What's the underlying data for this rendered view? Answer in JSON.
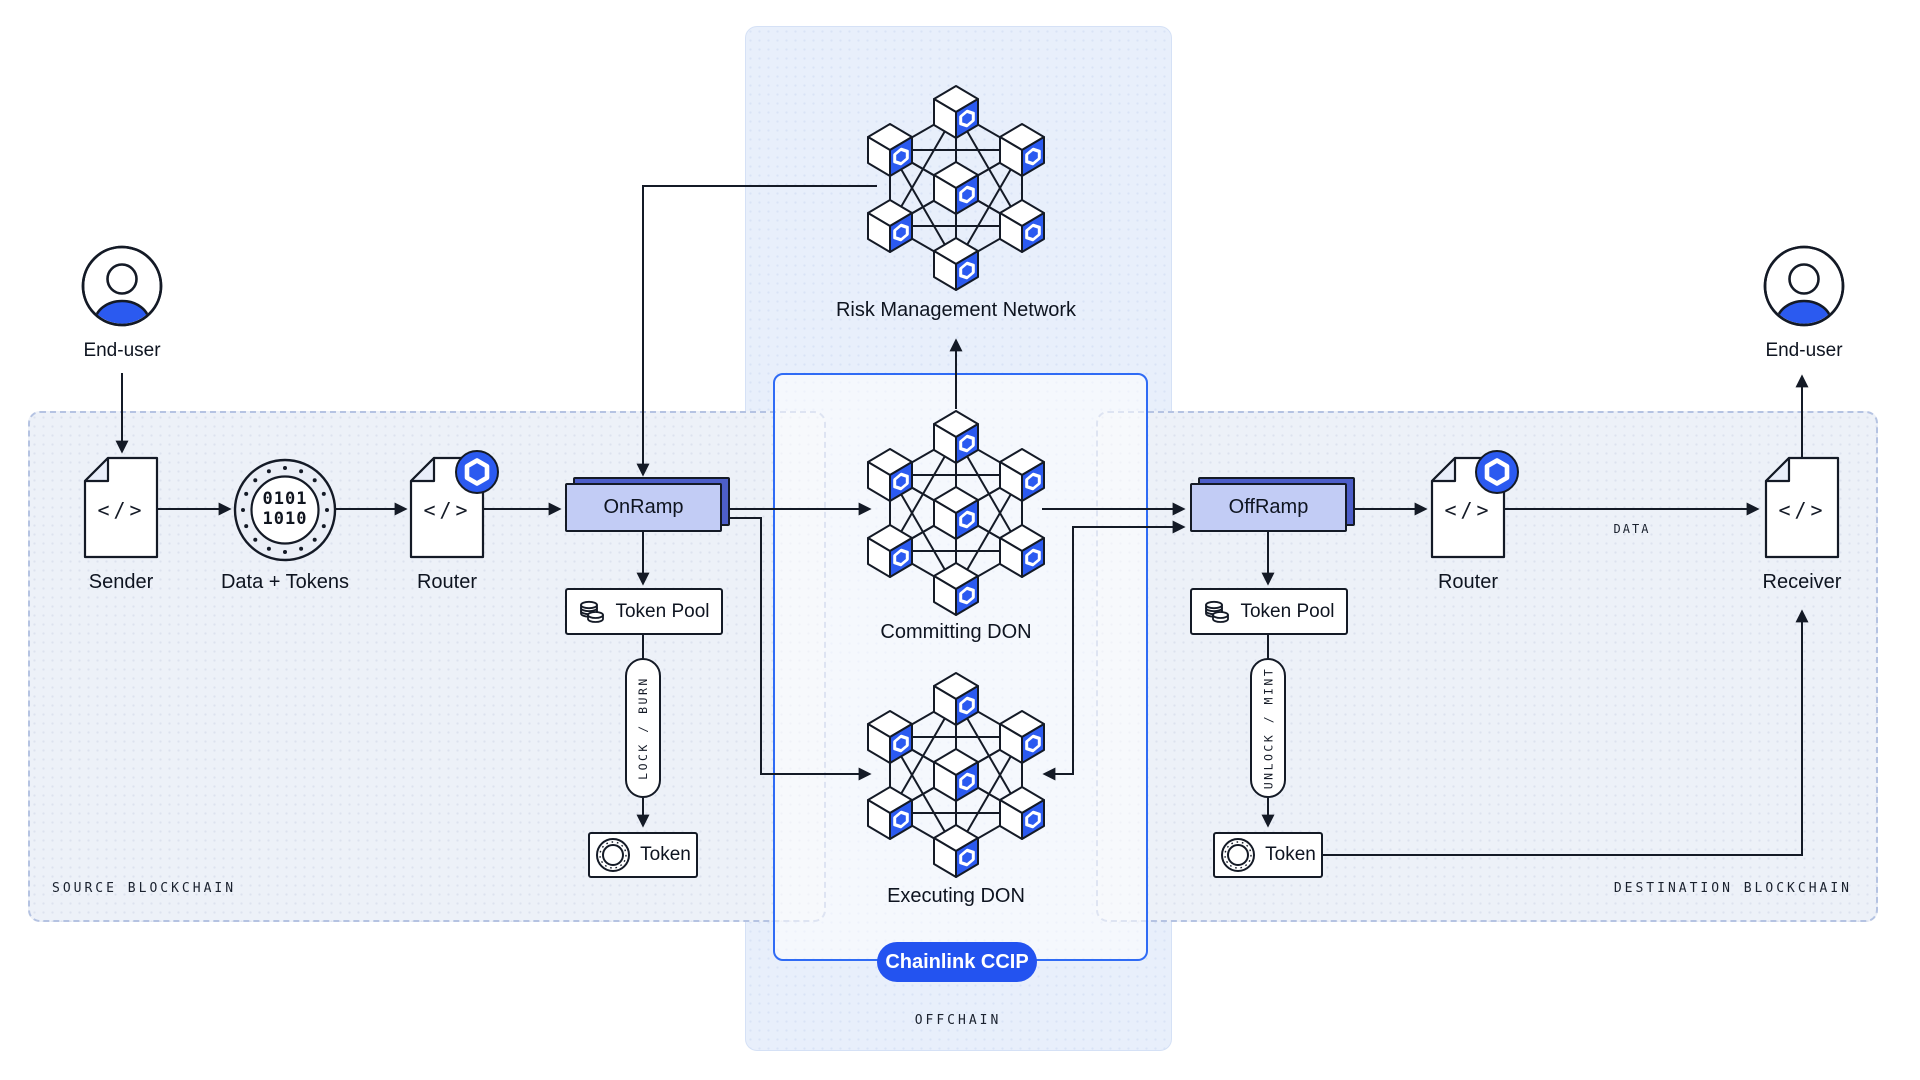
{
  "panels": {
    "source": {
      "label": "SOURCE BLOCKCHAIN"
    },
    "destination": {
      "label": "DESTINATION BLOCKCHAIN"
    },
    "offchain": {
      "label": "OFFCHAIN",
      "ccip_pill": "Chainlink CCIP"
    }
  },
  "actors": {
    "end_user_source": {
      "label": "End-user"
    },
    "end_user_destination": {
      "label": "End-user"
    }
  },
  "nodes": {
    "sender": {
      "label": "Sender",
      "glyph": "</>"
    },
    "data_tokens": {
      "label": "Data + Tokens",
      "binary": [
        "0101",
        "1010"
      ]
    },
    "router_source": {
      "label": "Router",
      "glyph": "</>"
    },
    "onramp": {
      "label": "OnRamp"
    },
    "token_pool_source": {
      "label": "Token Pool"
    },
    "lock_burn": {
      "label": "LOCK / BURN"
    },
    "token_source": {
      "label": "Token"
    },
    "risk_management_network": {
      "label": "Risk Management Network"
    },
    "committing_don": {
      "label": "Committing DON"
    },
    "executing_don": {
      "label": "Executing DON"
    },
    "offramp": {
      "label": "OffRamp"
    },
    "token_pool_destination": {
      "label": "Token Pool"
    },
    "unlock_mint": {
      "label": "UNLOCK / MINT"
    },
    "token_destination": {
      "label": "Token"
    },
    "router_destination": {
      "label": "Router",
      "glyph": "</>"
    },
    "receiver": {
      "label": "Receiver",
      "glyph": "</>"
    }
  },
  "edges": {
    "data_label": "DATA"
  },
  "icons": {
    "avatar": "person-avatar",
    "chainlink_badge": "chainlink-hexagon",
    "coin_stack": "coin-stack",
    "token_coin": "token-coin",
    "code_document": "code-document",
    "binary_ring": "binary-ring"
  },
  "colors": {
    "accent_blue": "#2b5af0",
    "ccip_blue": "#2353f0",
    "ramp_fill": "#c2ccf5",
    "ramp_back": "#4d5ec9",
    "ink": "#141a26",
    "panel_fill": "#edf1f8",
    "panel_border": "#b5c3e2",
    "offchain_fill": "#e8effb",
    "inner_border": "#2f6bf5"
  }
}
